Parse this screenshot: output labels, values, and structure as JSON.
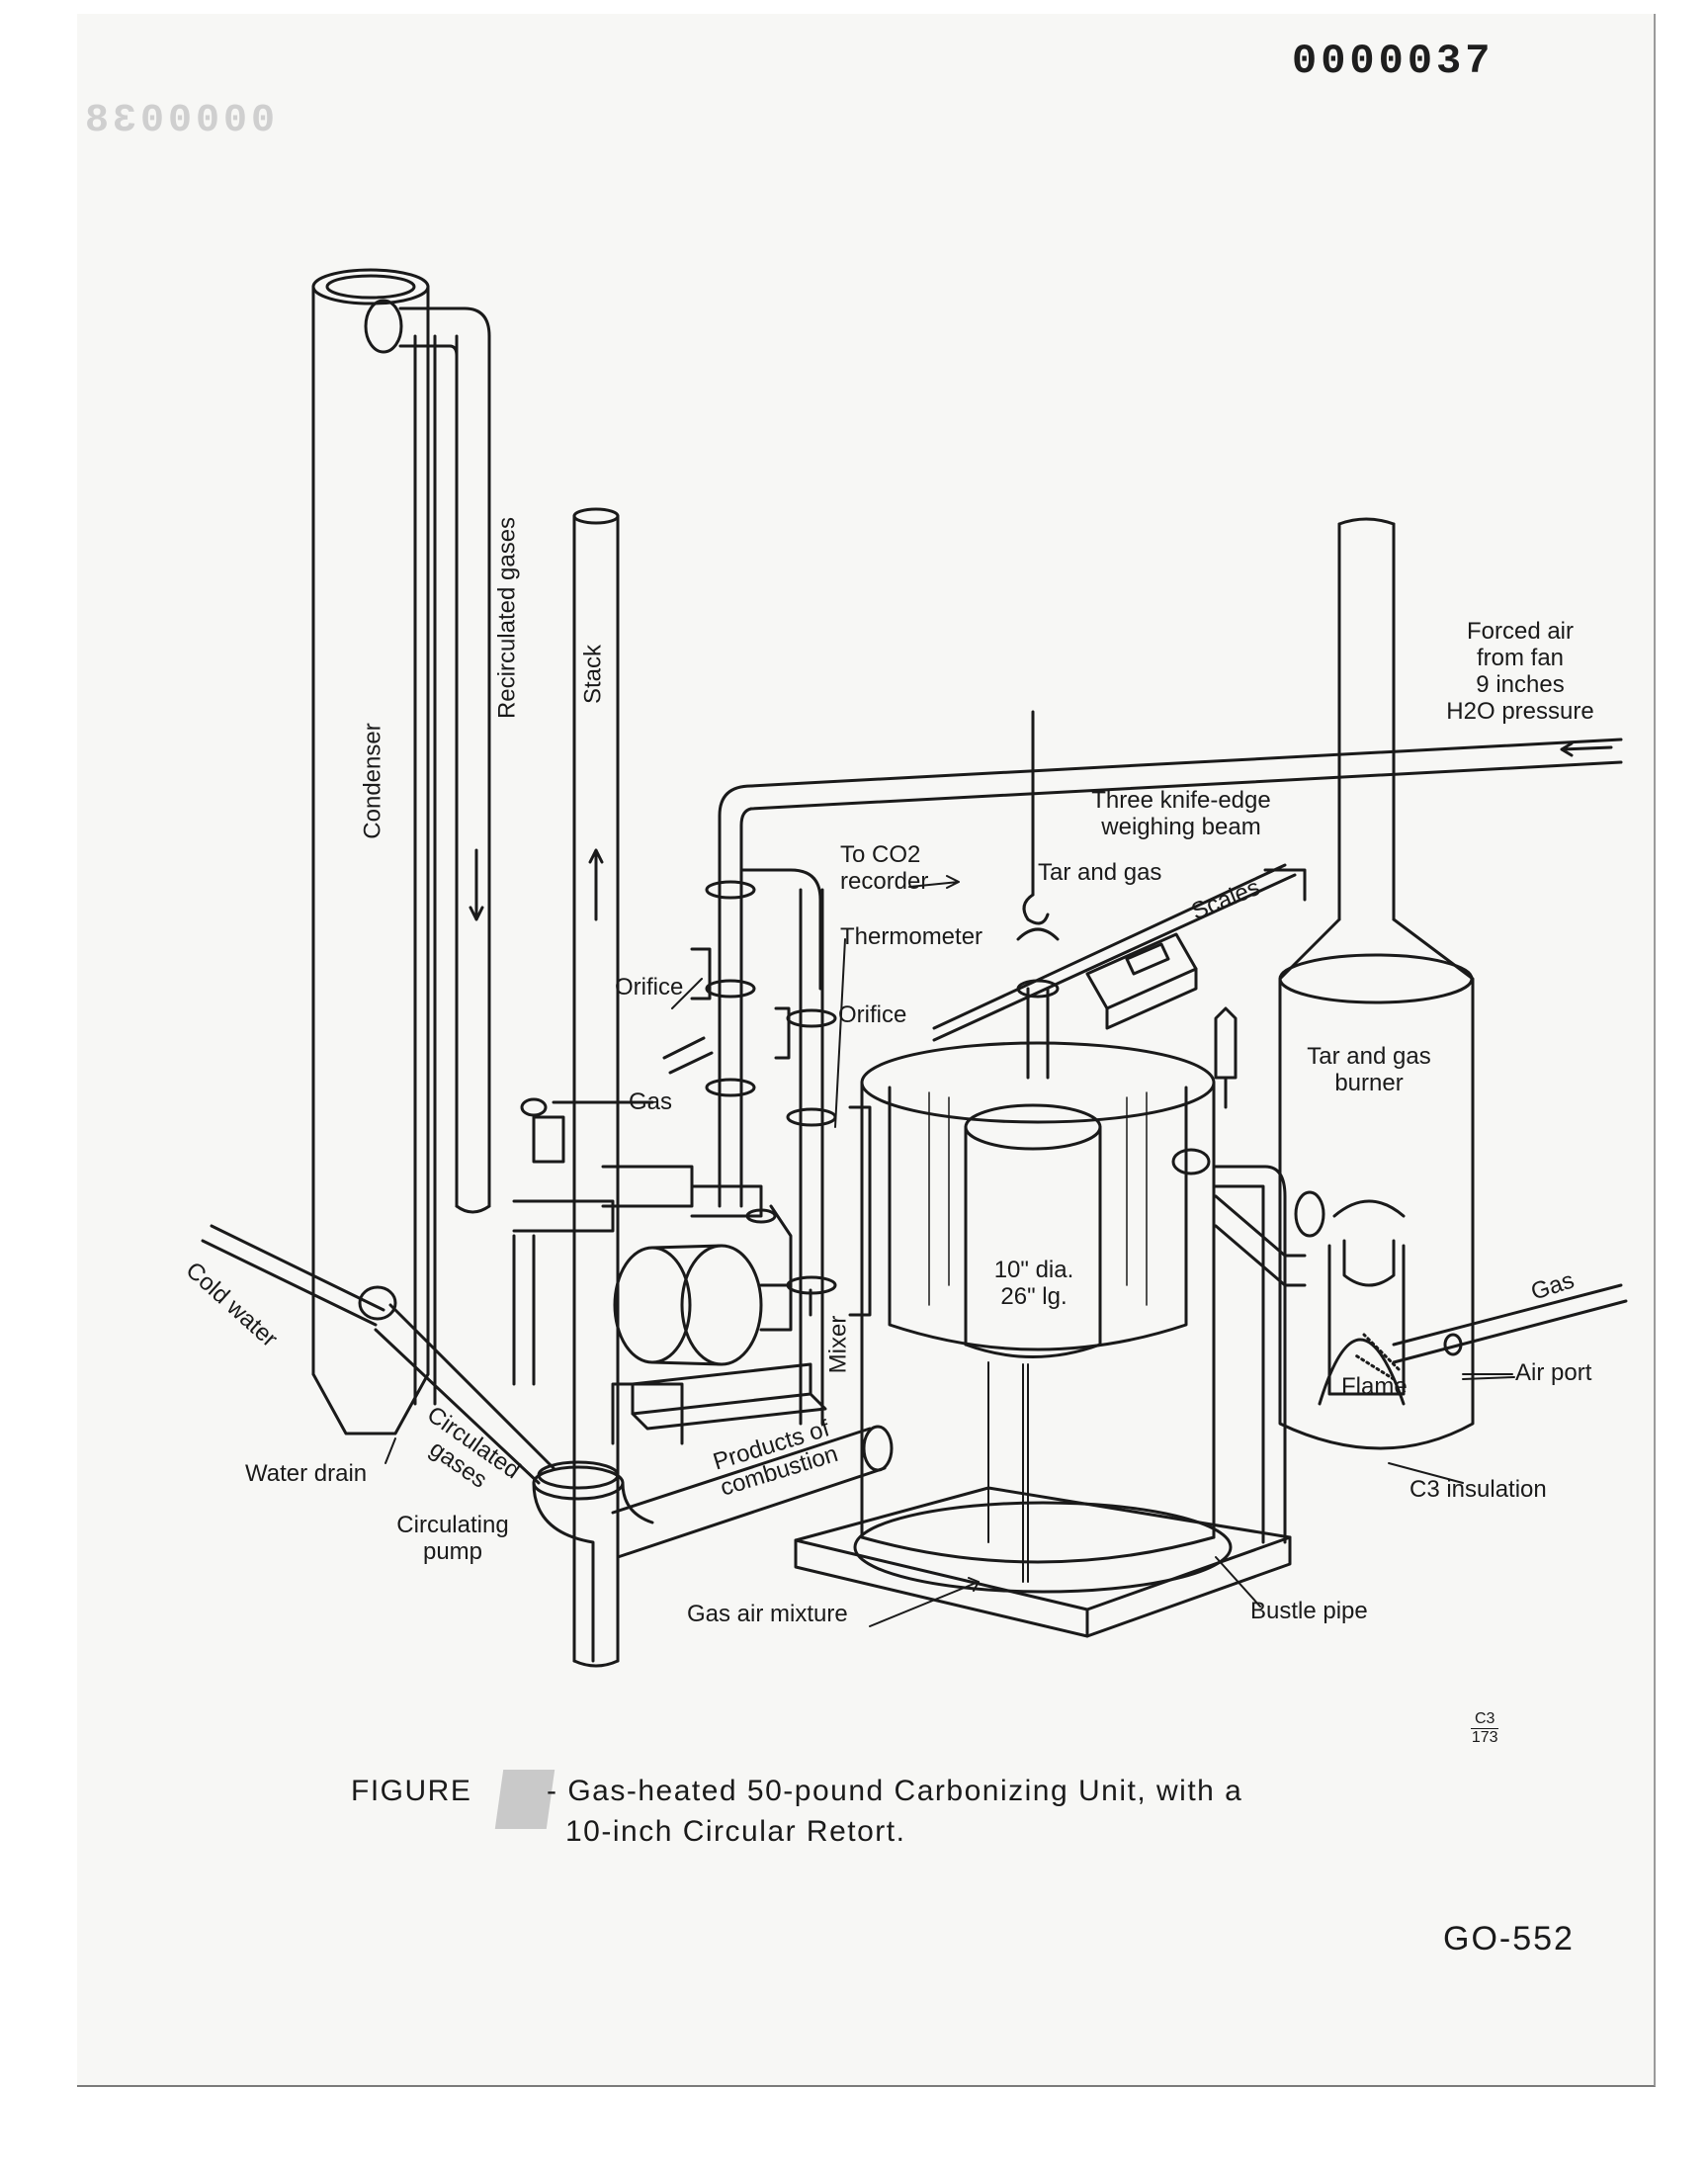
{
  "stamps": {
    "top": "0000037",
    "ghost": "0000038"
  },
  "labels": {
    "condenser": "Condenser",
    "recirculated_gases": "Recirculated gases",
    "stack": "Stack",
    "forced_air": [
      "Forced air",
      "from fan",
      "9 inches",
      "H2O pressure"
    ],
    "to_co2_recorder": [
      "To CO2",
      "recorder"
    ],
    "three_knife_edge": [
      "Three knife-edge",
      "weighing beam"
    ],
    "tar_and_gas": "Tar and gas",
    "scales": "Scales",
    "thermometer": "Thermometer",
    "orifice_left": "Orifice",
    "orifice_right": "Orifice",
    "gas_left": "Gas",
    "tar_and_gas_burner": [
      "Tar and gas",
      "burner"
    ],
    "retort_size": [
      "10\" dia.",
      "26\" lg."
    ],
    "mixer": "Mixer",
    "cold_water": "Cold water",
    "circulated_gases": [
      "Circulated",
      "gases"
    ],
    "water_drain": "Water drain",
    "products_of_combustion": [
      "Products of",
      "combustion"
    ],
    "circulating_pump": [
      "Circulating",
      "pump"
    ],
    "gas_air_mixture": "Gas air mixture",
    "bustle_pipe": "Bustle pipe",
    "flame": "Flame",
    "gas_right": "Gas",
    "air_port": "Air port",
    "c3_insulation": "C3 insulation"
  },
  "caption": {
    "figure_word": "FIGURE",
    "line1": "- Gas-heated 50-pound Carbonizing Unit, with a",
    "line2": "10-inch Circular Retort."
  },
  "note": {
    "top": "C3",
    "bottom": "173"
  },
  "doc_id": "GO-552"
}
